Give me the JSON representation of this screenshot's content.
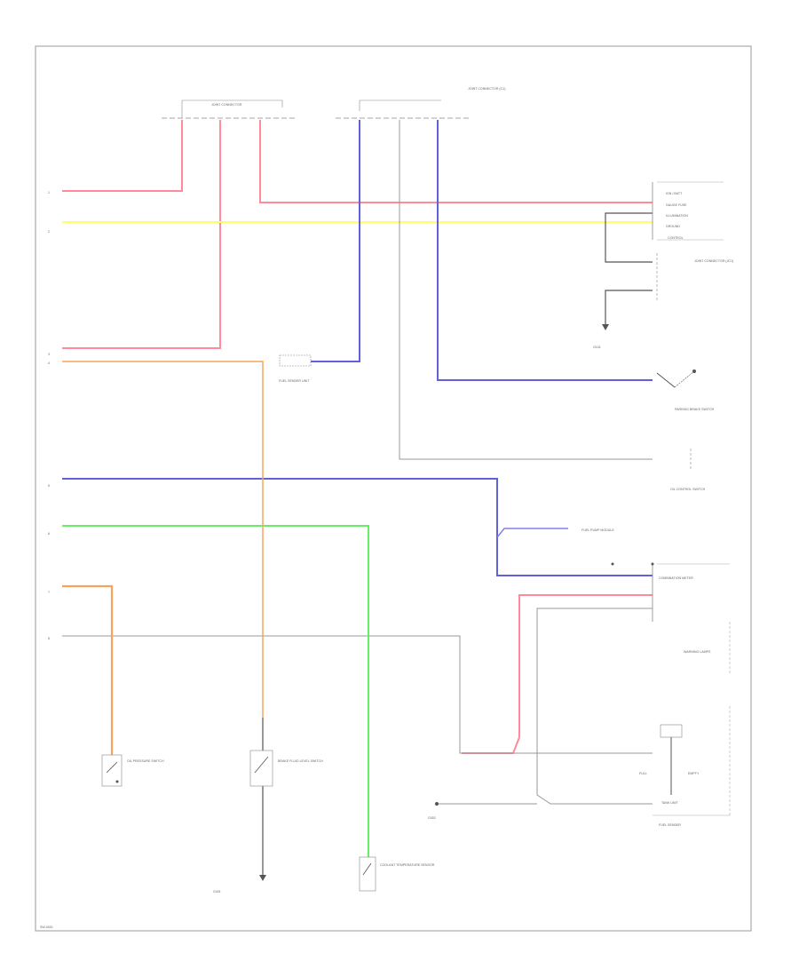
{
  "colors": {
    "red": "#ff8a9a",
    "yellow": "#ffff66",
    "blue": "#6060d8",
    "green": "#66ee66",
    "orange": "#f7a35c",
    "gray": "#9a9a9a",
    "black": "#555555"
  },
  "components": {
    "top_connector_left": {
      "label": "JOINT CONNECTOR"
    },
    "top_connector_right": {
      "label": "JOINT CONNECTOR (C1)"
    },
    "gauge_stack": {
      "line1": "IGN / BATT",
      "line2": "GAUGE FUSE",
      "line3": "ILLUMINATION",
      "line4": "GROUND",
      "line5": "CONTROL"
    },
    "joint_connector_right": {
      "label": "JOINT CONNECTOR (JC1)"
    },
    "ground_left": {
      "label": "G101"
    },
    "fuel_sender_unit": {
      "label": "FUEL SENDER UNIT"
    },
    "parking_brake_switch": {
      "label": "PARKING BRAKE SWITCH"
    },
    "oil_control_switch": {
      "label": "OIL CONTROL SWITCH"
    },
    "fuel_pump_module": {
      "label": "FUEL PUMP MODULE"
    },
    "warning_lamp_group": {
      "label": "WARNING LAMPS"
    },
    "combination_meter": {
      "label": "COMBINATION METER"
    },
    "tank_unit": {
      "label": "TANK UNIT"
    },
    "fuel_sender": {
      "label": "FUEL SENDER"
    },
    "oil_pressure_switch": {
      "label": "OIL PRESSURE SWITCH"
    },
    "brake_fluid_switch": {
      "label": "BRAKE FLUID LEVEL SWITCH"
    },
    "coolant_temp_sensor": {
      "label": "COOLANT TEMPERATURE SENSOR"
    },
    "left_ground": {
      "label": "G401"
    },
    "right_ground": {
      "label": "G402"
    }
  },
  "gauge": {
    "full": "FULL",
    "empty": "EMPTY"
  },
  "footer": {
    "code": "SW-0001"
  }
}
